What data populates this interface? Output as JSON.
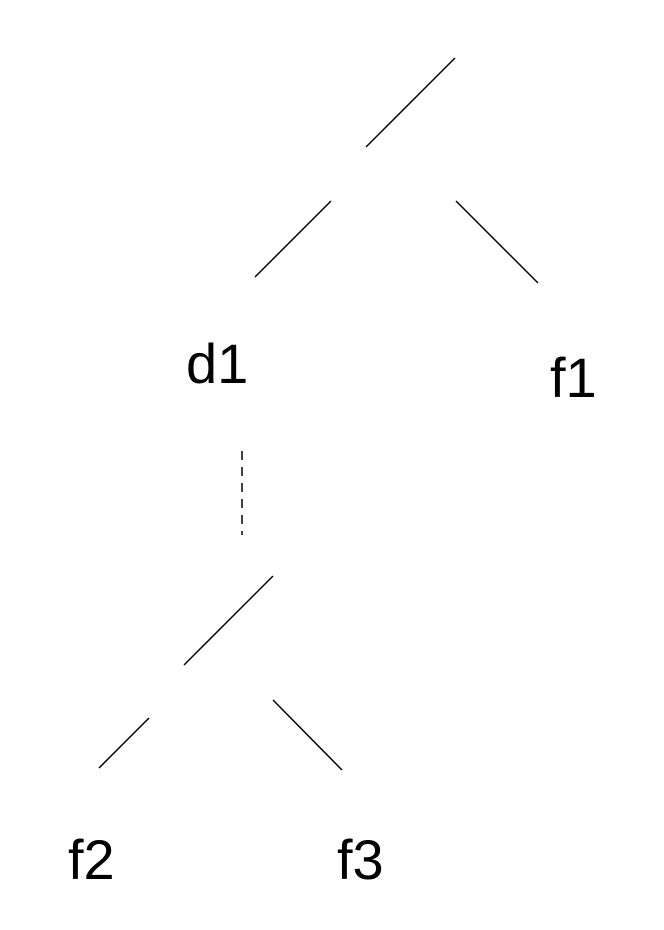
{
  "diagram": {
    "nodes": {
      "d1": "d1",
      "f1": "f1",
      "f2": "f2",
      "f3": "f3"
    },
    "edge_color": "#000000",
    "collapsed_link": "dashed"
  }
}
